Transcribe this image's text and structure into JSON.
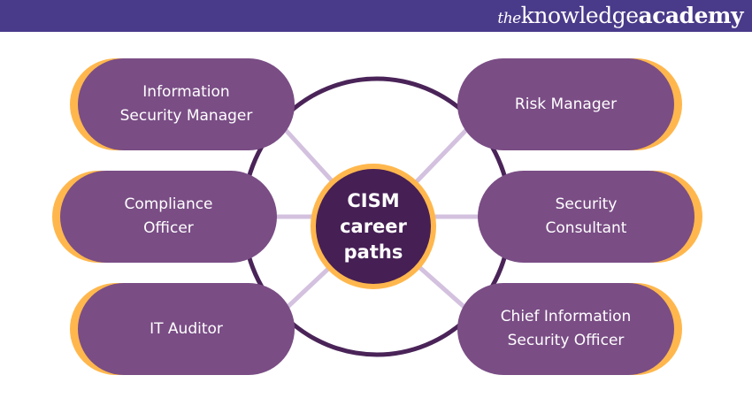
{
  "header": {
    "brand_prefix": "the",
    "brand_main": "knowledge",
    "brand_suffix": "academy",
    "bar_color": "#4a3a8a"
  },
  "diagram": {
    "center_label": "CISM\ncareer\npaths",
    "colors": {
      "pill": "#7a4d85",
      "pill_accent": "#ffb74d",
      "hub": "#461f55",
      "ring": "#4a2458",
      "spoke": "#d3c1df"
    },
    "nodes": [
      {
        "id": "information-security-manager",
        "label": "Information\nSecurity Manager",
        "side": "left"
      },
      {
        "id": "risk-manager",
        "label": "Risk Manager",
        "side": "right"
      },
      {
        "id": "compliance-officer",
        "label": "Compliance\nOfficer",
        "side": "left"
      },
      {
        "id": "security-consultant",
        "label": "Security\nConsultant",
        "side": "right"
      },
      {
        "id": "it-auditor",
        "label": "IT Auditor",
        "side": "left"
      },
      {
        "id": "chief-information-security-officer",
        "label": "Chief Information\nSecurity Officer",
        "side": "right"
      }
    ]
  }
}
